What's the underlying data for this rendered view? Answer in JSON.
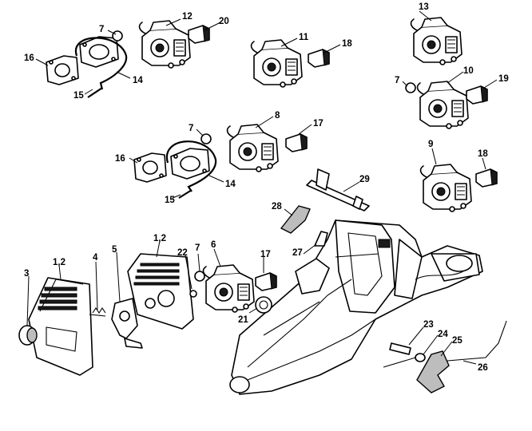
{
  "callouts": {
    "c1": "1,2",
    "c2": "1,2",
    "c3": "3",
    "c4": "4",
    "c5": "5",
    "c6": "6",
    "c7a": "7",
    "c7b": "7",
    "c7c": "7",
    "c7d": "7",
    "c8": "8",
    "c9": "9",
    "c10": "10",
    "c11": "11",
    "c12": "12",
    "c13": "13",
    "c14a": "14",
    "c14b": "14",
    "c15a": "15",
    "c15b": "15",
    "c16a": "16",
    "c16b": "16",
    "c17a": "17",
    "c17b": "17",
    "c18a": "18",
    "c18b": "18",
    "c19": "19",
    "c20": "20",
    "c21": "21",
    "c22": "22",
    "c23": "23",
    "c24": "24",
    "c25": "25",
    "c26": "26",
    "c27": "27",
    "c28": "28",
    "c29": "29"
  }
}
